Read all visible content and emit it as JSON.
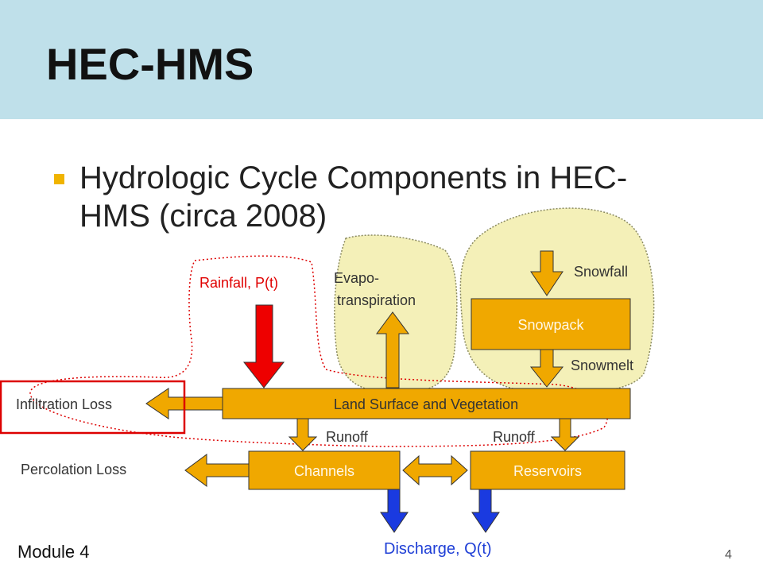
{
  "slide": {
    "title": "HEC-HMS",
    "bullet": "Hydrologic Cycle Components in HEC-HMS (circa 2008)",
    "footer": "Module 4",
    "page_number": "4"
  },
  "diagram": {
    "rainfall": "Rainfall, P(t)",
    "evapotranspiration_line1": "Evapo-",
    "evapotranspiration_line2": "transpiration",
    "snowfall": "Snowfall",
    "snowpack": "Snowpack",
    "snowmelt": "Snowmelt",
    "land_surface": "Land Surface and Vegetation",
    "infiltration_loss": "Infiltration Loss",
    "runoff_left": "Runoff",
    "runoff_right": "Runoff",
    "percolation_loss": "Percolation Loss",
    "channels": "Channels",
    "reservoirs": "Reservoirs",
    "discharge": "Discharge, Q(t)"
  },
  "colors": {
    "header_band": "#bfe0ea",
    "box_fill": "#f0a800",
    "bubble_fill": "#f4f0b8",
    "rain_arrow": "#ee0000",
    "discharge_arrow": "#1a3ae0",
    "rain_text": "#e00000",
    "discharge_text": "#1f3fd6",
    "highlight": "#dd0000"
  }
}
